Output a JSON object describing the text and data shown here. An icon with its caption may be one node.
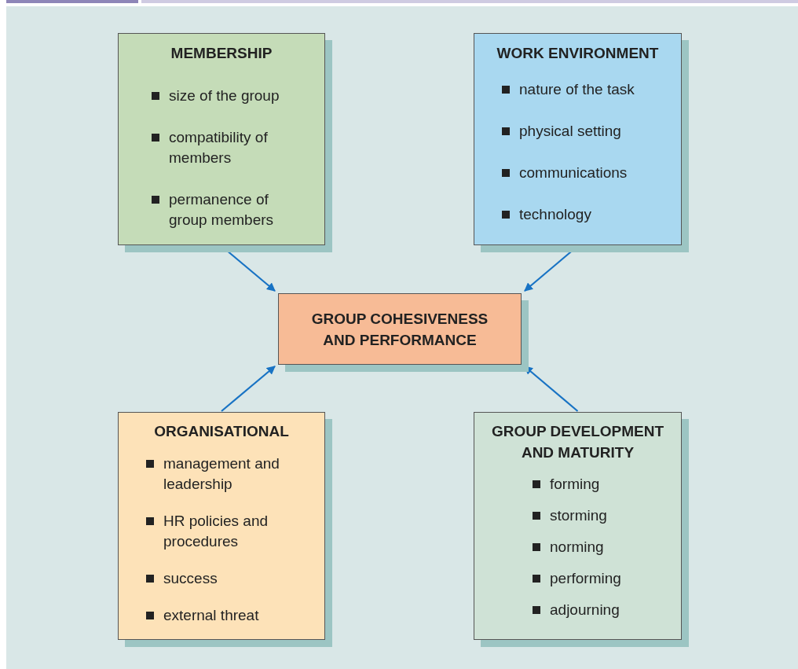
{
  "diagram": {
    "nodes": [
      {
        "text": [
          "MEMBERSHIP",
          "size of the group",
          "compatibility of members",
          "permanence of group members"
        ]
      },
      {
        "text": [
          "WORK ENVIRONMENT",
          "nature of the task",
          "physical setting",
          "communications",
          "technology"
        ]
      },
      {
        "text": [
          "GROUP COHESIVENESS AND PERFORMANCE"
        ]
      },
      {
        "text": [
          "ORGANISATIONAL",
          "management and leadership",
          "HR policies and procedures",
          "success",
          "external threat"
        ]
      },
      {
        "text": [
          "GROUP DEVELOPMENT AND MATURITY",
          "forming",
          "storming",
          "norming",
          "performing",
          "adjourning"
        ]
      }
    ],
    "edges": [
      {
        "from": 0,
        "to": 2,
        "arrow": "to"
      },
      {
        "from": 1,
        "to": 2,
        "arrow": "to"
      },
      {
        "from": 3,
        "to": 2,
        "arrow": "to"
      },
      {
        "from": 4,
        "to": 2,
        "arrow": "to"
      }
    ]
  }
}
